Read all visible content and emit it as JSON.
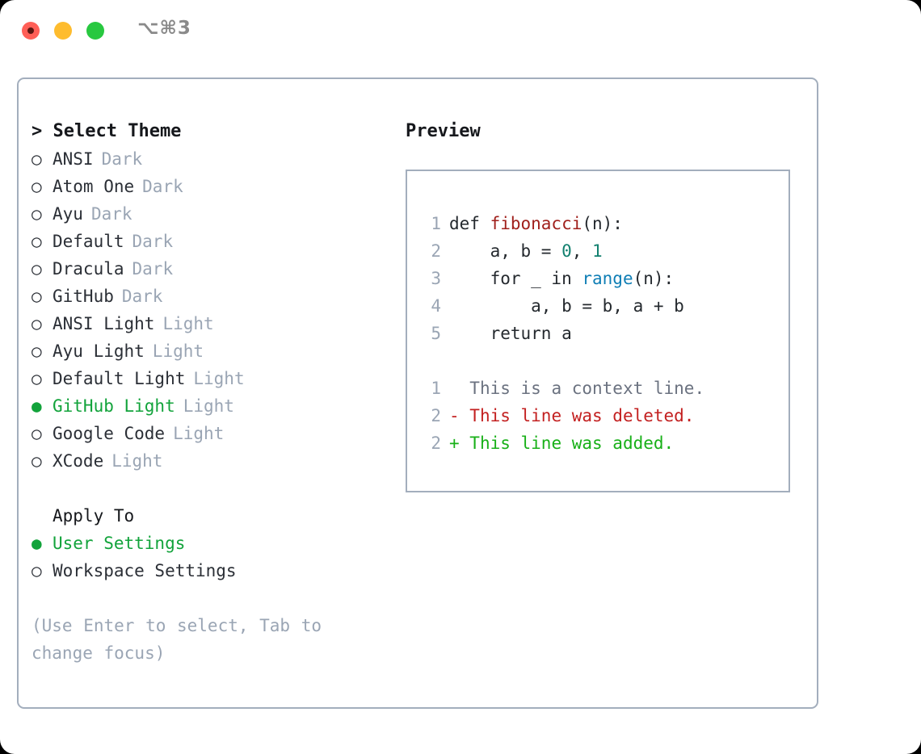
{
  "titlebar": {
    "shortcut_label": "⌥⌘3",
    "buttons": [
      {
        "name": "close",
        "color": "#ff5f57"
      },
      {
        "name": "minimize",
        "color": "#febc2e"
      },
      {
        "name": "maximize",
        "color": "#28c840"
      }
    ]
  },
  "theme_list": {
    "header": "> Select Theme",
    "items": [
      {
        "bullet": "○",
        "label": "ANSI",
        "tag": "Dark",
        "selected": false
      },
      {
        "bullet": "○",
        "label": "Atom One",
        "tag": "Dark",
        "selected": false
      },
      {
        "bullet": "○",
        "label": "Ayu",
        "tag": "Dark",
        "selected": false
      },
      {
        "bullet": "○",
        "label": "Default",
        "tag": "Dark",
        "selected": false
      },
      {
        "bullet": "○",
        "label": "Dracula",
        "tag": "Dark",
        "selected": false
      },
      {
        "bullet": "○",
        "label": "GitHub",
        "tag": "Dark",
        "selected": false
      },
      {
        "bullet": "○",
        "label": "ANSI Light",
        "tag": "Light",
        "selected": false
      },
      {
        "bullet": "○",
        "label": "Ayu Light",
        "tag": "Light",
        "selected": false
      },
      {
        "bullet": "○",
        "label": "Default Light",
        "tag": "Light",
        "selected": false
      },
      {
        "bullet": "●",
        "label": "GitHub Light",
        "tag": "Light",
        "selected": true
      },
      {
        "bullet": "○",
        "label": "Google Code",
        "tag": "Light",
        "selected": false
      },
      {
        "bullet": "○",
        "label": "XCode",
        "tag": "Light",
        "selected": false
      }
    ]
  },
  "apply_to": {
    "title": "Apply To",
    "options": [
      {
        "bullet": "●",
        "label": "User Settings",
        "selected": true
      },
      {
        "bullet": "○",
        "label": "Workspace Settings",
        "selected": false
      }
    ]
  },
  "hint": "(Use Enter to select, Tab to change focus)",
  "preview": {
    "header": "Preview",
    "code_lines": [
      {
        "number": "1",
        "tokens": [
          {
            "text": "def ",
            "type": "def"
          },
          {
            "text": "fibonacci",
            "type": "fn"
          },
          {
            "text": "(n):",
            "type": "punct"
          }
        ]
      },
      {
        "number": "2",
        "tokens": [
          {
            "text": "    a, b = ",
            "type": "plain"
          },
          {
            "text": "0",
            "type": "num"
          },
          {
            "text": ", ",
            "type": "plain"
          },
          {
            "text": "1",
            "type": "num"
          }
        ]
      },
      {
        "number": "3",
        "tokens": [
          {
            "text": "    for _ in ",
            "type": "plain"
          },
          {
            "text": "range",
            "type": "call"
          },
          {
            "text": "(n):",
            "type": "punct"
          }
        ]
      },
      {
        "number": "4",
        "tokens": [
          {
            "text": "        a, b = b, a + b",
            "type": "plain"
          }
        ]
      },
      {
        "number": "5",
        "tokens": [
          {
            "text": "    return a",
            "type": "plain"
          }
        ]
      }
    ],
    "diff_lines": [
      {
        "number": "1",
        "marker": " ",
        "text": " This is a context line.",
        "kind": "context"
      },
      {
        "number": "2",
        "marker": "-",
        "text": " This line was deleted.",
        "kind": "deleted"
      },
      {
        "number": "2",
        "marker": "+",
        "text": " This line was added.",
        "kind": "added"
      }
    ]
  },
  "colors": {
    "accent_green": "#12a33b",
    "muted": "#9aa5b4",
    "border": "#a3aebd",
    "code_function": "#a0201c",
    "code_number": "#12806f",
    "code_call": "#0f7eb5",
    "diff_added": "#18b018",
    "diff_deleted": "#c32020"
  }
}
